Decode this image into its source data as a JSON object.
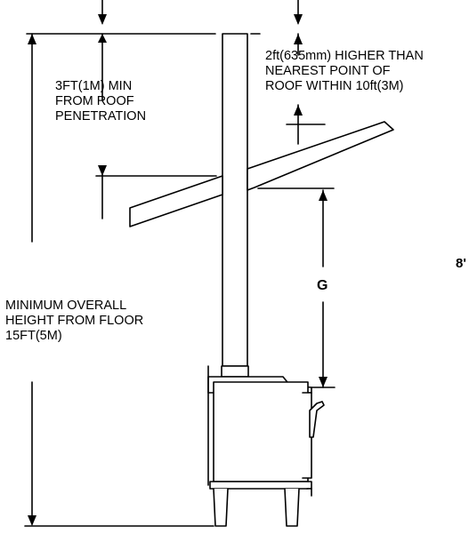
{
  "labels": {
    "roof_penetration": [
      "3FT(1M) MIN",
      "FROM ROOF",
      "PENETRATION"
    ],
    "higher_than": [
      "2ft(635mm) HIGHER THAN",
      "NEAREST POINT OF",
      "ROOF WITHIN 10ft(3M)"
    ],
    "overall_height": [
      "MINIMUM OVERALL",
      "HEIGHT FROM FLOOR",
      "15FT(5M)"
    ],
    "dimension_g": "G",
    "cut_off": "8'"
  }
}
